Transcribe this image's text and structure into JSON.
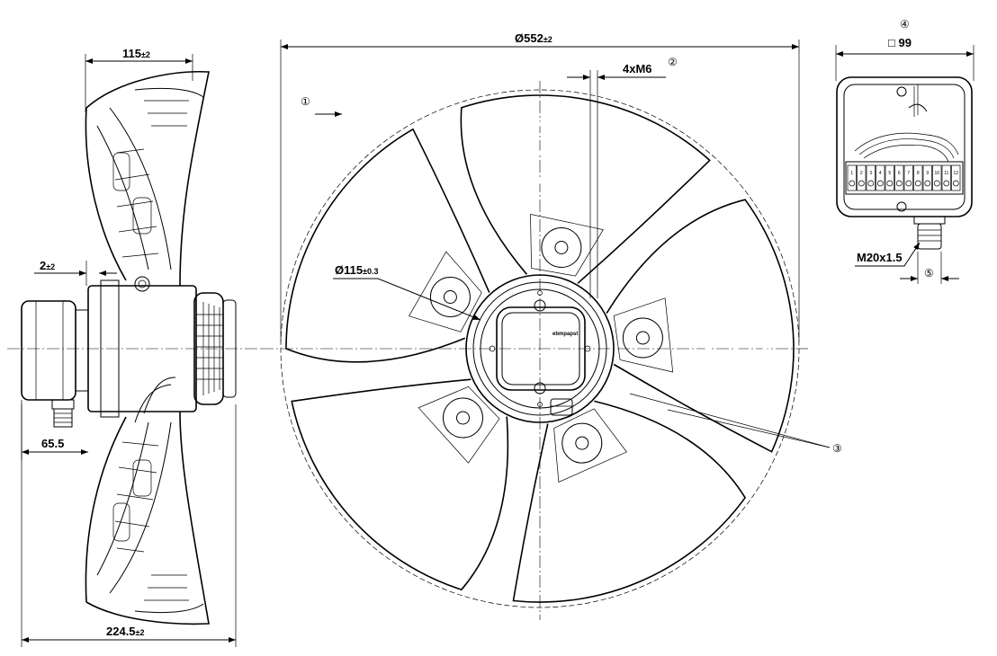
{
  "dimensions": {
    "side_depth": {
      "main": "115",
      "tol": "±2"
    },
    "side_total": {
      "main": "224.5",
      "tol": "±2"
    },
    "side_offset": {
      "main": "2",
      "tol": "±2"
    },
    "side_box_depth": {
      "main": "65.5",
      "tol": ""
    },
    "fan_diameter": {
      "main": "Ø552",
      "tol": "±2"
    },
    "hub_diameter": {
      "main": "Ø115",
      "tol": "±0.3"
    },
    "mount_holes": {
      "main": "4xM6",
      "tol": ""
    },
    "box_size": {
      "main": "□ 99",
      "tol": ""
    },
    "cable_gland": {
      "main": "M20x1.5",
      "tol": ""
    }
  },
  "callouts": {
    "airflow": "①",
    "holes": "②",
    "weights": "③",
    "box": "④",
    "gland": "⑤"
  },
  "hub_logo": "ebmpapst",
  "terminal_numbers": [
    "1",
    "2",
    "3",
    "4",
    "5",
    "6",
    "7",
    "8",
    "9",
    "10",
    "11",
    "12"
  ],
  "colors": {
    "line": "#000000",
    "background": "#ffffff"
  }
}
